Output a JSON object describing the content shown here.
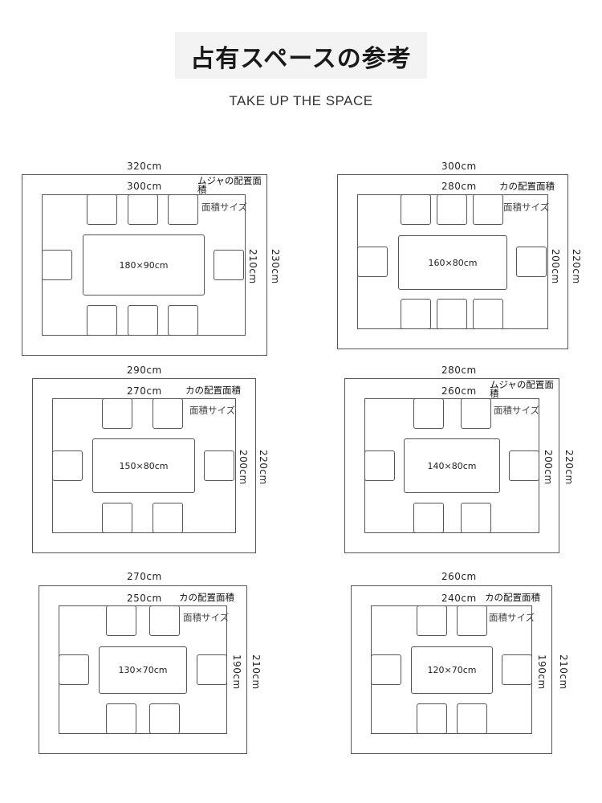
{
  "title": "占有スペースの参考",
  "subtitle": "TAKE UP THE SPACE",
  "layouts": [
    {
      "outer_w": "320cm",
      "inner_w": "300cm",
      "outer_h": "230cm",
      "inner_h": "210cm",
      "table": "180×90cm",
      "label1": "ムジャの配置面積",
      "label2": "面積サイズ"
    },
    {
      "outer_w": "300cm",
      "inner_w": "280cm",
      "outer_h": "220cm",
      "inner_h": "200cm",
      "table": "160×80cm",
      "label1": "カの配置面積",
      "label2": "面積サイズ"
    },
    {
      "outer_w": "290cm",
      "inner_w": "270cm",
      "outer_h": "220cm",
      "inner_h": "200cm",
      "table": "150×80cm",
      "label1": "カの配置面積",
      "label2": "面積サイズ"
    },
    {
      "outer_w": "280cm",
      "inner_w": "260cm",
      "outer_h": "220cm",
      "inner_h": "200cm",
      "table": "140×80cm",
      "label1": "ムジャの配置面積",
      "label2": "面積サイズ"
    },
    {
      "outer_w": "270cm",
      "inner_w": "250cm",
      "outer_h": "210cm",
      "inner_h": "190cm",
      "table": "130×70cm",
      "label1": "カの配置面積",
      "label2": "面積サイズ"
    },
    {
      "outer_w": "260cm",
      "inner_w": "240cm",
      "outer_h": "210cm",
      "inner_h": "190cm",
      "table": "120×70cm",
      "label1": "カの配置面積",
      "label2": "面積サイズ"
    }
  ]
}
